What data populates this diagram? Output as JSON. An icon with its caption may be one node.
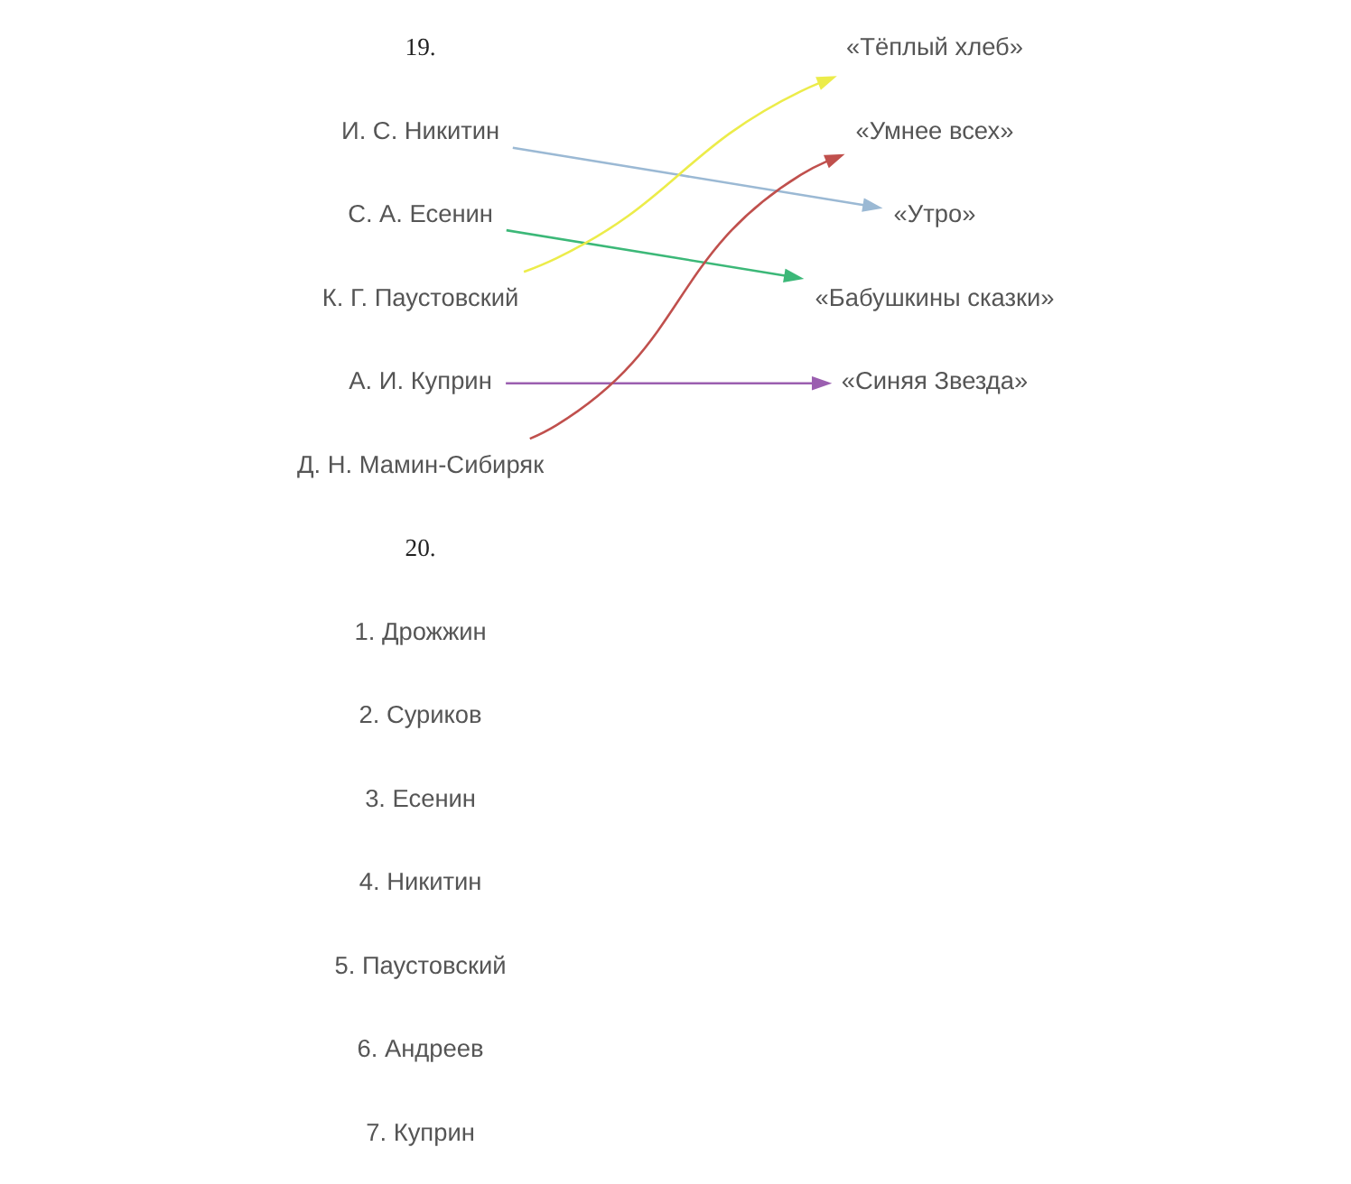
{
  "diagram": {
    "nodes": [
      {
        "text": [
          "И. С. Никитин"
        ]
      },
      {
        "text": [
          "С. А. Есенин"
        ]
      },
      {
        "text": [
          "К. Г. Паустовский"
        ]
      },
      {
        "text": [
          "А. И. Куприн"
        ]
      },
      {
        "text": [
          "Д. Н. Мамин-Сибиряк"
        ]
      },
      {
        "text": [
          "«Тёплый хлеб»"
        ]
      },
      {
        "text": [
          "«Умнее всех»"
        ]
      },
      {
        "text": [
          "«Утро»"
        ]
      },
      {
        "text": [
          "«Бабушкины сказки»"
        ]
      },
      {
        "text": [
          "«Синяя Звезда»"
        ]
      }
    ],
    "edges": [
      {
        "from": 0,
        "to": 7,
        "arrow": "to",
        "color": "#9bb9d4"
      },
      {
        "from": 1,
        "to": 8,
        "arrow": "to",
        "color": "#3cb878"
      },
      {
        "from": 2,
        "to": 5,
        "arrow": "to",
        "color": "#ecec4a"
      },
      {
        "from": 3,
        "to": 9,
        "arrow": "to",
        "color": "#9b5fb0"
      },
      {
        "from": 4,
        "to": 6,
        "arrow": "to",
        "color": "#c0504d"
      }
    ],
    "labels": [
      "19.",
      "20.",
      "1. Дрожжин",
      "2. Суриков",
      "3. Есенин",
      "4. Никитин",
      "5. Паустовский",
      "6. Андреев",
      "7. Куприн"
    ]
  }
}
